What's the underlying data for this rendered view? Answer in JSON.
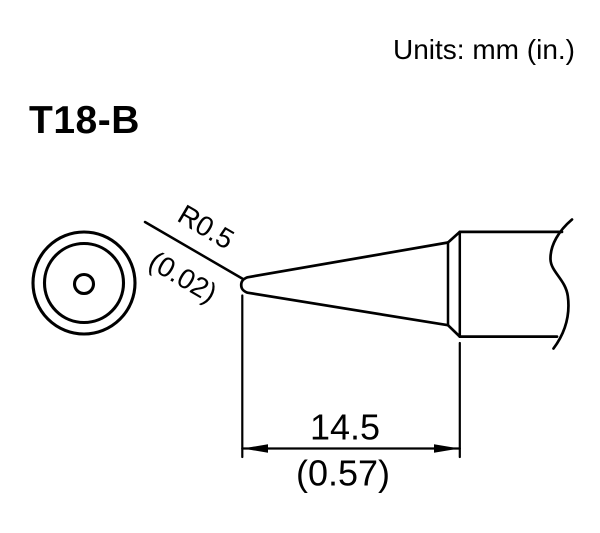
{
  "page": {
    "background_color": "#ffffff",
    "line_color": "#000000"
  },
  "header": {
    "units_label": "Units: mm (in.)"
  },
  "title": {
    "model": "T18-B"
  },
  "annotations": {
    "tip_radius_mm": "R0.5",
    "tip_radius_in": "(0.02)",
    "length_mm": "14.5",
    "length_in": "(0.57)"
  }
}
